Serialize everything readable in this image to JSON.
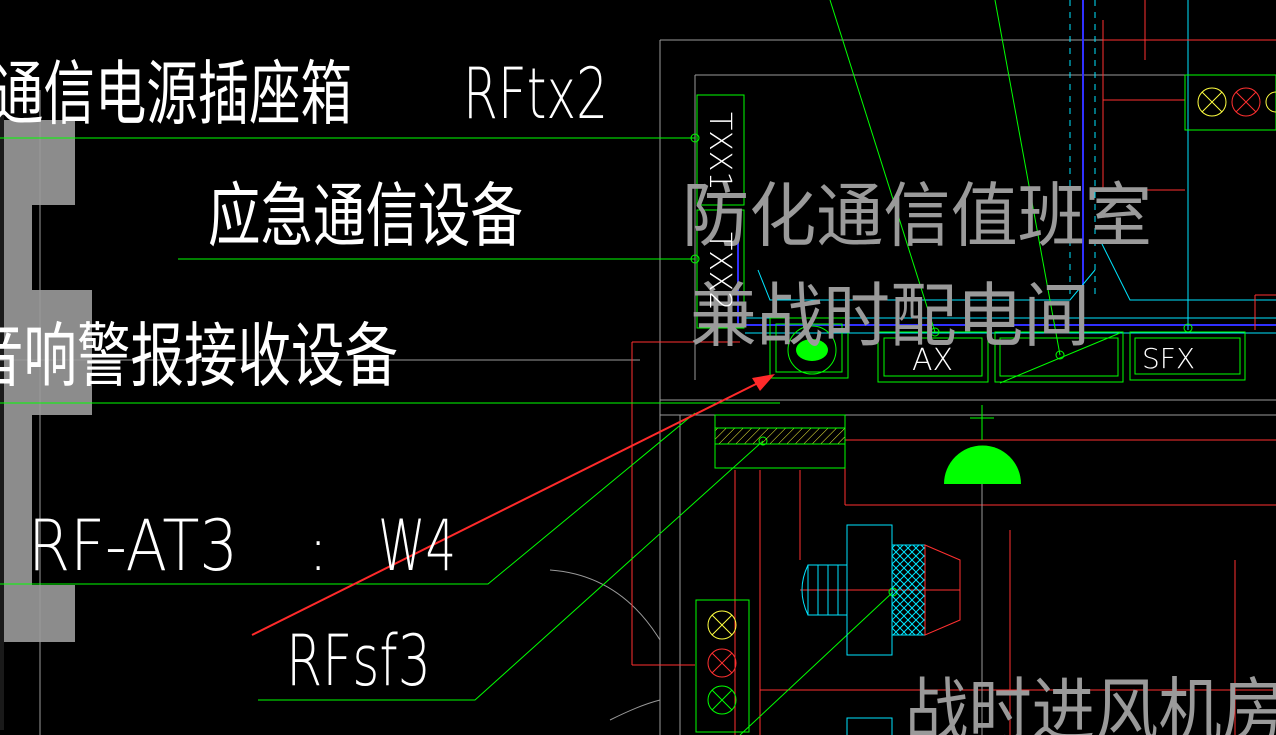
{
  "labels": {
    "comm_socket_box": "通信电源插座箱",
    "comm_socket_code": "RFtx2",
    "emergency_comm": "应急通信设备",
    "alarm_receiver": "音响警报接收设备",
    "cable_code": "RF-AT3",
    "cable_colon": ":",
    "cable_w": "W4",
    "valve_code": "RFsf3",
    "room_duty": "防化通信值班室",
    "room_power": "兼战时配电间",
    "room_fan": "战时进风机房",
    "box_txx1": "TXX1",
    "box_txx2": "TXX2",
    "box_ax": "AX",
    "box_sfx": "SFX"
  },
  "colors": {
    "background": "#000000",
    "white": "#ffffff",
    "grey_fill": "#8c8c8c",
    "grey_line": "#9a9a9a",
    "green": "#00ff00",
    "red": "#ff3030",
    "arrow_red": "#ff2a2a",
    "blue": "#3030ff",
    "cyan": "#00e5ff",
    "yellow": "#ffff40"
  },
  "icons": {
    "lamp_panel_right": [
      "yellow-cross-lamp-icon",
      "red-cross-lamp-icon"
    ],
    "lamp_panel_bottom": [
      "yellow-cross-lamp-icon",
      "red-cross-lamp-icon",
      "green-cross-lamp-icon"
    ],
    "alarm_bell": "alarm-bell-icon",
    "green_indicator": "green-indicator-icon"
  }
}
